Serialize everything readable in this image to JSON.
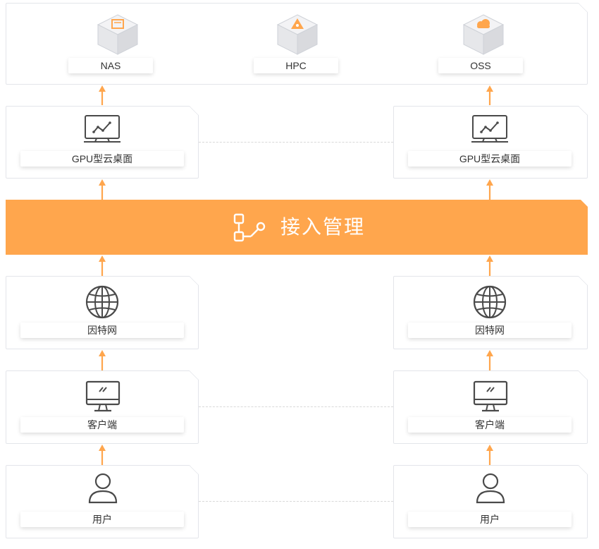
{
  "colors": {
    "accent": "#ffa64d",
    "border": "#e3e5ea",
    "icon_stroke": "#4a4a4a",
    "dash": "#d8d8d8"
  },
  "storage": [
    {
      "label": "NAS",
      "icon": "nas-cube-icon"
    },
    {
      "label": "HPC",
      "icon": "hpc-cube-icon"
    },
    {
      "label": "OSS",
      "icon": "oss-cube-icon"
    }
  ],
  "banner": {
    "title": "接入管理",
    "icon": "access-flow-icon"
  },
  "columns": {
    "left": {
      "desktop": "GPU型云桌面",
      "internet": "因特网",
      "client": "客户端",
      "user": "用户"
    },
    "right": {
      "desktop": "GPU型云桌面",
      "internet": "因特网",
      "client": "客户端",
      "user": "用户"
    }
  }
}
